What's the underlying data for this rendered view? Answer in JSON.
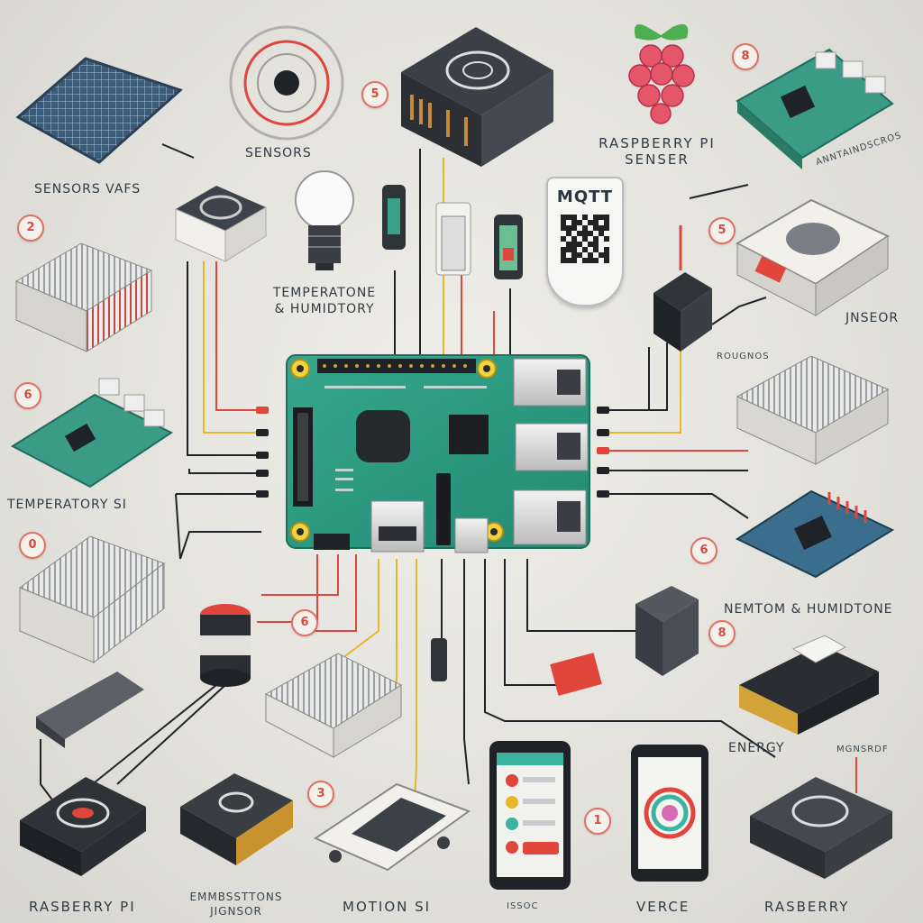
{
  "labels": {
    "sensors_top": "SENSORS",
    "sensors_left": "SENSORS VAFS",
    "raspberry_pi_sensor_line1": "RASPBERRY PI",
    "raspberry_pi_sensor_line2": "SENSER",
    "temp_humidity_line1": "TEMPERATONE",
    "temp_humidity_line2": "& HUMIDTORY",
    "temperature_sensor": "TEMPERATORY SI",
    "tr_small": "ANNTAINDSCROS",
    "sensor_right": "JNSEOR",
    "under_sensor_small": "ROUGNOS",
    "nemtom_humidity": "NEMTOM & HUMIDTONE",
    "energy": "ENERGY",
    "energy_right": "MGNSRDF",
    "raspberry_pi_bottom": "RASBERRY PI",
    "energy_sensor_line1": "EMMBSSTTONS",
    "energy_sensor_line2": "JIGNSOR",
    "motion": "MOTION SI",
    "phone_small": "ISSOC",
    "verce": "VERCE",
    "raspberry_right": "RASBERRY",
    "mqtt": "MQTT"
  },
  "badges": [
    "5",
    "8",
    "2",
    "5",
    "6",
    "0",
    "6",
    "6",
    "8",
    "3",
    "1"
  ],
  "icons": [
    "solar-panel-icon",
    "radar-sensor-icon",
    "processor-module-icon",
    "raspberry-logo-icon",
    "microcontroller-board-icon",
    "sensor-box-icon",
    "light-bulb-icon",
    "connector-icon",
    "mqtt-qr-icon",
    "relay-module-icon",
    "heatsink-icon",
    "button-sensor-icon",
    "motion-sensor-icon",
    "smartphone-icon",
    "rotary-dial-icon"
  ],
  "colors": {
    "board": "#2e9f86",
    "wire_red": "#e0463c",
    "wire_yellow": "#e9b52a",
    "wire_black": "#1f2328",
    "badge": "#e36e62",
    "accent_teal": "#3bb3a0"
  }
}
